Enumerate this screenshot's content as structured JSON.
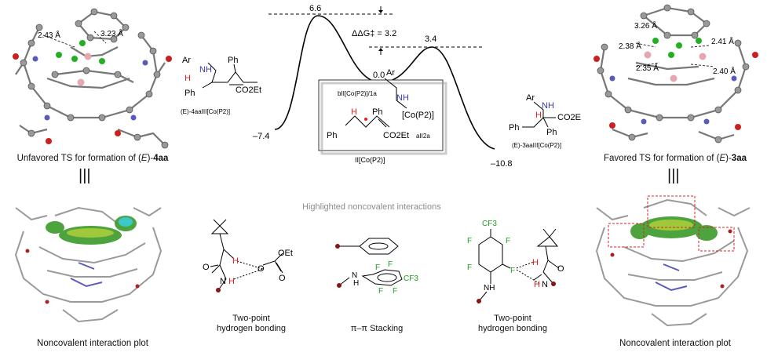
{
  "top_left": {
    "dist_a": "2.43 Å",
    "dist_b": "3.23 Å",
    "caption_pre": "Unfavored TS for formation of (",
    "caption_e": "E",
    "caption_mid": ")-",
    "caption_cmp": "4aa"
  },
  "top_right": {
    "dist_a": "3.26 Å",
    "dist_b": "2.38 Å",
    "dist_c": "2.41 Å",
    "dist_d": "2.35 Å",
    "dist_e": "2.40 Å",
    "caption_pre": "Favored TS for formation of (",
    "caption_e": "E",
    "caption_mid": ")-",
    "caption_cmp": "3aa"
  },
  "energy": {
    "ts1": "6.6",
    "ts2": "3.4",
    "mid": "0.0",
    "left": "–7.4",
    "right": "–10.8",
    "ddg": "ΔΔG‡ = 3.2"
  },
  "labels": {
    "left_prod": "(E)-4aaIII[Co(P2)]",
    "right_prod": "(E)-3aaIII[Co(P2)]",
    "box_top": "bII[Co(P2)]/1a",
    "box_bottom": "aII2a",
    "below_box": "II[Co(P2)]"
  },
  "atoms": {
    "ar": "Ar",
    "nh": "NH",
    "h": "H",
    "ph": "Ph",
    "co2et": "CO2Et",
    "co": "[Co(P2)]",
    "oet": "OEt",
    "o": "O",
    "f": "F",
    "cf3": "CF3",
    "n": "N"
  },
  "middle_title": "Highlighted noncovalent interactions",
  "captions": {
    "nci_left": "Noncovalent interaction plot",
    "nci_right": "Noncovalent interaction plot",
    "hb1_line1": "Two-point",
    "hb1_line2": "hydrogen bonding",
    "pi": "π–π Stacking",
    "hb2_line1": "Two-point",
    "hb2_line2": "hydrogen bonding"
  },
  "colors": {
    "oxygen": "#cc1f1f",
    "nitrogen": "#4a4aa8",
    "fluorine": "#1ea01e",
    "hydrogen_label": "#e02020",
    "nci_green": "#3a9a2a"
  }
}
